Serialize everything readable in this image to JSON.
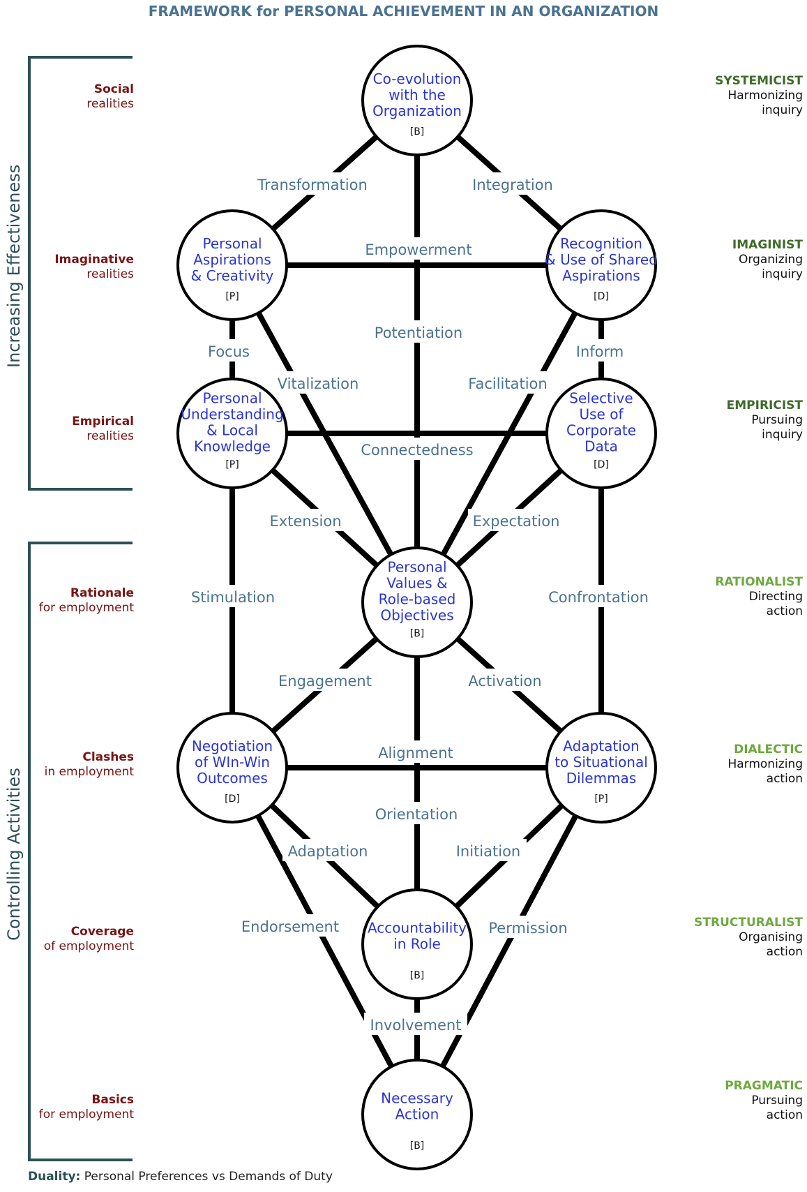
{
  "title": "FRAMEWORK for PERSONAL ACHIEVEMENT IN AN ORGANIZATION",
  "brackets": {
    "upper": "Increasing Effectiveness",
    "lower": "Controlling Activities"
  },
  "left_levels": [
    {
      "bold": "Social",
      "normal": "realities"
    },
    {
      "bold": "Imaginative",
      "normal": "realities"
    },
    {
      "bold": "Empirical",
      "normal": "realities"
    },
    {
      "bold": "Rationale",
      "normal": "for employment"
    },
    {
      "bold": "Clashes",
      "normal": "in employment"
    },
    {
      "bold": "Coverage",
      "normal": "of employment"
    },
    {
      "bold": "Basics",
      "normal": "for employment"
    }
  ],
  "right_levels": [
    {
      "bold": "SYSTEMICIST",
      "l1": "Harmonizing",
      "l2": "inquiry",
      "color": "#3e6b2a"
    },
    {
      "bold": "IMAGINIST",
      "l1": "Organizing",
      "l2": "inquiry",
      "color": "#3e6b2a"
    },
    {
      "bold": "EMPIRICIST",
      "l1": "Pursuing",
      "l2": "inquiry",
      "color": "#3e6b2a"
    },
    {
      "bold": "RATIONALIST",
      "l1": "Directing",
      "l2": "action",
      "color": "#6ea93f"
    },
    {
      "bold": "DIALECTIC",
      "l1": "Harmonizing",
      "l2": "action",
      "color": "#6ea93f"
    },
    {
      "bold": "STRUCTURALIST",
      "l1": "Organising",
      "l2": "action",
      "color": "#6ea93f"
    },
    {
      "bold": "PRAGMATIC",
      "l1": "Pursuing",
      "l2": "action",
      "color": "#6ea93f"
    }
  ],
  "nodes": [
    {
      "id": "coevolution",
      "lines": [
        "Co-evolution",
        "with the",
        "Organization"
      ],
      "tag": "[B]"
    },
    {
      "id": "aspirations",
      "lines": [
        "Personal",
        "Aspirations",
        "& Creativity"
      ],
      "tag": "[P]"
    },
    {
      "id": "recognition",
      "lines": [
        "Recognition",
        "& Use of Shared",
        "Aspirations"
      ],
      "tag": "[D]"
    },
    {
      "id": "understanding",
      "lines": [
        "Personal",
        "Understanding",
        "& Local",
        "Knowledge"
      ],
      "tag": "[P]"
    },
    {
      "id": "selective",
      "lines": [
        "Selective",
        "Use of",
        "Corporate",
        "Data"
      ],
      "tag": "[D]"
    },
    {
      "id": "values",
      "lines": [
        "Personal",
        "Values &",
        "Role-based",
        "Objectives"
      ],
      "tag": "[B]"
    },
    {
      "id": "negotiation",
      "lines": [
        "Negotiation",
        "of WIn-Win",
        "Outcomes"
      ],
      "tag": "[D]"
    },
    {
      "id": "adaptation",
      "lines": [
        "Adaptation",
        "to Situational",
        "Dilemmas"
      ],
      "tag": "[P]"
    },
    {
      "id": "accountability",
      "lines": [
        "Accountability",
        "in Role"
      ],
      "tag": "[B]"
    },
    {
      "id": "necessary",
      "lines": [
        "Necessary",
        "Action"
      ],
      "tag": "[B]"
    }
  ],
  "edge_labels": [
    "Transformation",
    "Integration",
    "Empowerment",
    "Potentiation",
    "Focus",
    "Inform",
    "Vitalization",
    "Facilitation",
    "Connectedness",
    "Extension",
    "Expectation",
    "Stimulation",
    "Confrontation",
    "Engagement",
    "Activation",
    "Alignment",
    "Orientation",
    "Adaptation",
    "Initiation",
    "Endorsement",
    "Permission",
    "Involvement"
  ],
  "footer": {
    "bold": "Duality:",
    "text": "Personal Preferences vs Demands of Duty"
  },
  "colors": {
    "title": "#4a7391",
    "node_text": "#2a34d6",
    "edge_label": "#4a7391",
    "left_level": "#7a1414",
    "bracket": "#2c5056"
  }
}
